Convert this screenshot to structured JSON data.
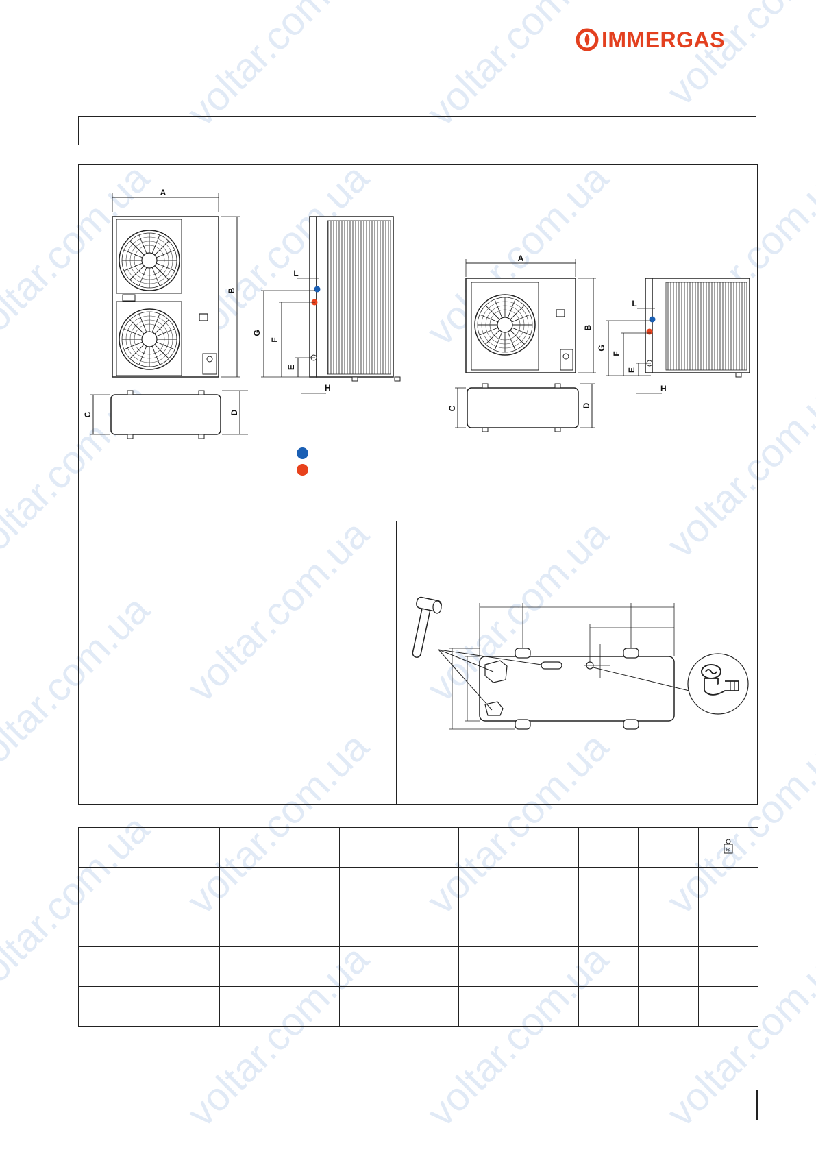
{
  "brand": {
    "name": "IMMERGAS",
    "color": "#e3401f"
  },
  "watermark": {
    "text": "voltar.com.ua",
    "color": "#9db9e0"
  },
  "title_box": {
    "text": ""
  },
  "drawings": {
    "large_unit_front": {
      "labels": [
        "A",
        "B",
        "C",
        "D"
      ]
    },
    "large_unit_side": {
      "labels": [
        "L",
        "G",
        "F",
        "E",
        "H"
      ]
    },
    "small_unit_front": {
      "labels": [
        "A",
        "B",
        "C",
        "D"
      ]
    },
    "small_unit_side": {
      "labels": [
        "L",
        "G",
        "F",
        "E",
        "H"
      ]
    }
  },
  "legend": {
    "items": [
      {
        "color": "#1a5fb4",
        "icon": "blue-connection-dot",
        "text": ""
      },
      {
        "color": "#e8421c",
        "icon": "red-connection-dot",
        "text": ""
      }
    ]
  },
  "detail": {
    "icons": [
      "hammer-icon",
      "drain-fitting-icon"
    ]
  },
  "dimension_table": {
    "columns": [
      "",
      "",
      "",
      "",
      "",
      "",
      "",
      "",
      "",
      "",
      ""
    ],
    "weight_icon": "weight-kg-icon",
    "weight_icon_text": "kg",
    "rows": [
      [
        "",
        "",
        "",
        "",
        "",
        "",
        "",
        "",
        "",
        "",
        ""
      ],
      [
        "",
        "",
        "",
        "",
        "",
        "",
        "",
        "",
        "",
        "",
        ""
      ],
      [
        "",
        "",
        "",
        "",
        "",
        "",
        "",
        "",
        "",
        "",
        ""
      ],
      [
        "",
        "",
        "",
        "",
        "",
        "",
        "",
        "",
        "",
        "",
        ""
      ]
    ]
  }
}
